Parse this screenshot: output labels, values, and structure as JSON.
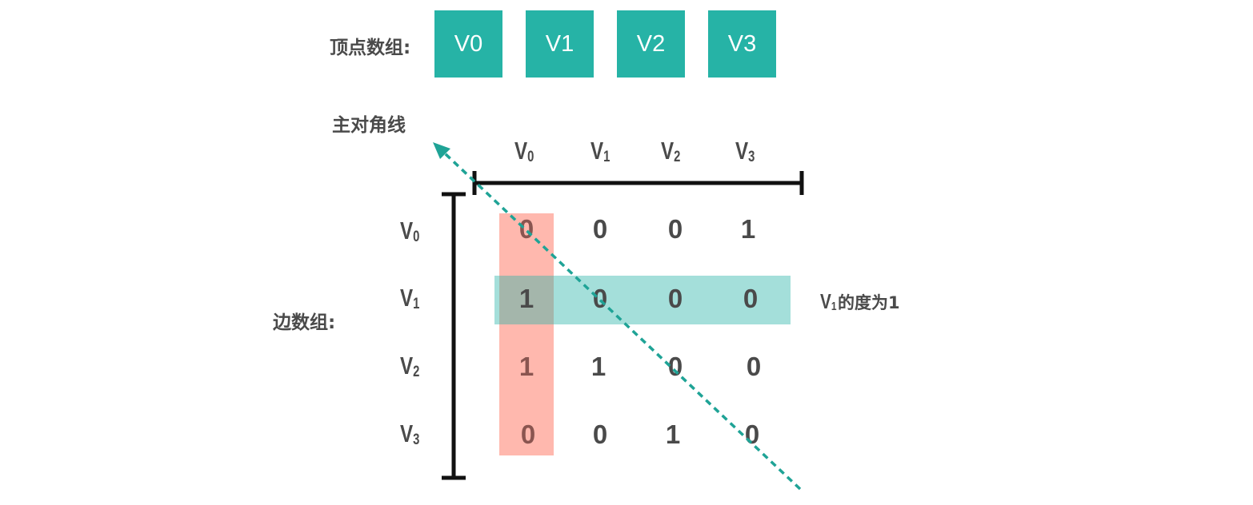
{
  "vertex_array": {
    "label": "顶点数组:",
    "color": "#26b3a6",
    "items": [
      "V0",
      "V1",
      "V2",
      "V3"
    ]
  },
  "diagonal_label": "主对角线",
  "edge_label": "边数组:",
  "matrix": {
    "col_headers": [
      {
        "letter": "V",
        "sub": "0"
      },
      {
        "letter": "V",
        "sub": "1"
      },
      {
        "letter": "V",
        "sub": "2"
      },
      {
        "letter": "V",
        "sub": "3"
      }
    ],
    "row_headers": [
      {
        "letter": "V",
        "sub": "0"
      },
      {
        "letter": "V",
        "sub": "1"
      },
      {
        "letter": "V",
        "sub": "2"
      },
      {
        "letter": "V",
        "sub": "3"
      }
    ],
    "rows": [
      [
        "0",
        "0",
        "0",
        "1"
      ],
      [
        "1",
        "0",
        "0",
        "0"
      ],
      [
        "1",
        "1",
        "0",
        "0"
      ],
      [
        "0",
        "0",
        "1",
        "0"
      ]
    ],
    "column_highlight_color": "#ffb8ae",
    "row_highlight_color": "#9edfd9",
    "diagonal_color": "#1fa396"
  },
  "degree_note": {
    "letter": "V",
    "sub": "1",
    "text": "的度为1"
  }
}
